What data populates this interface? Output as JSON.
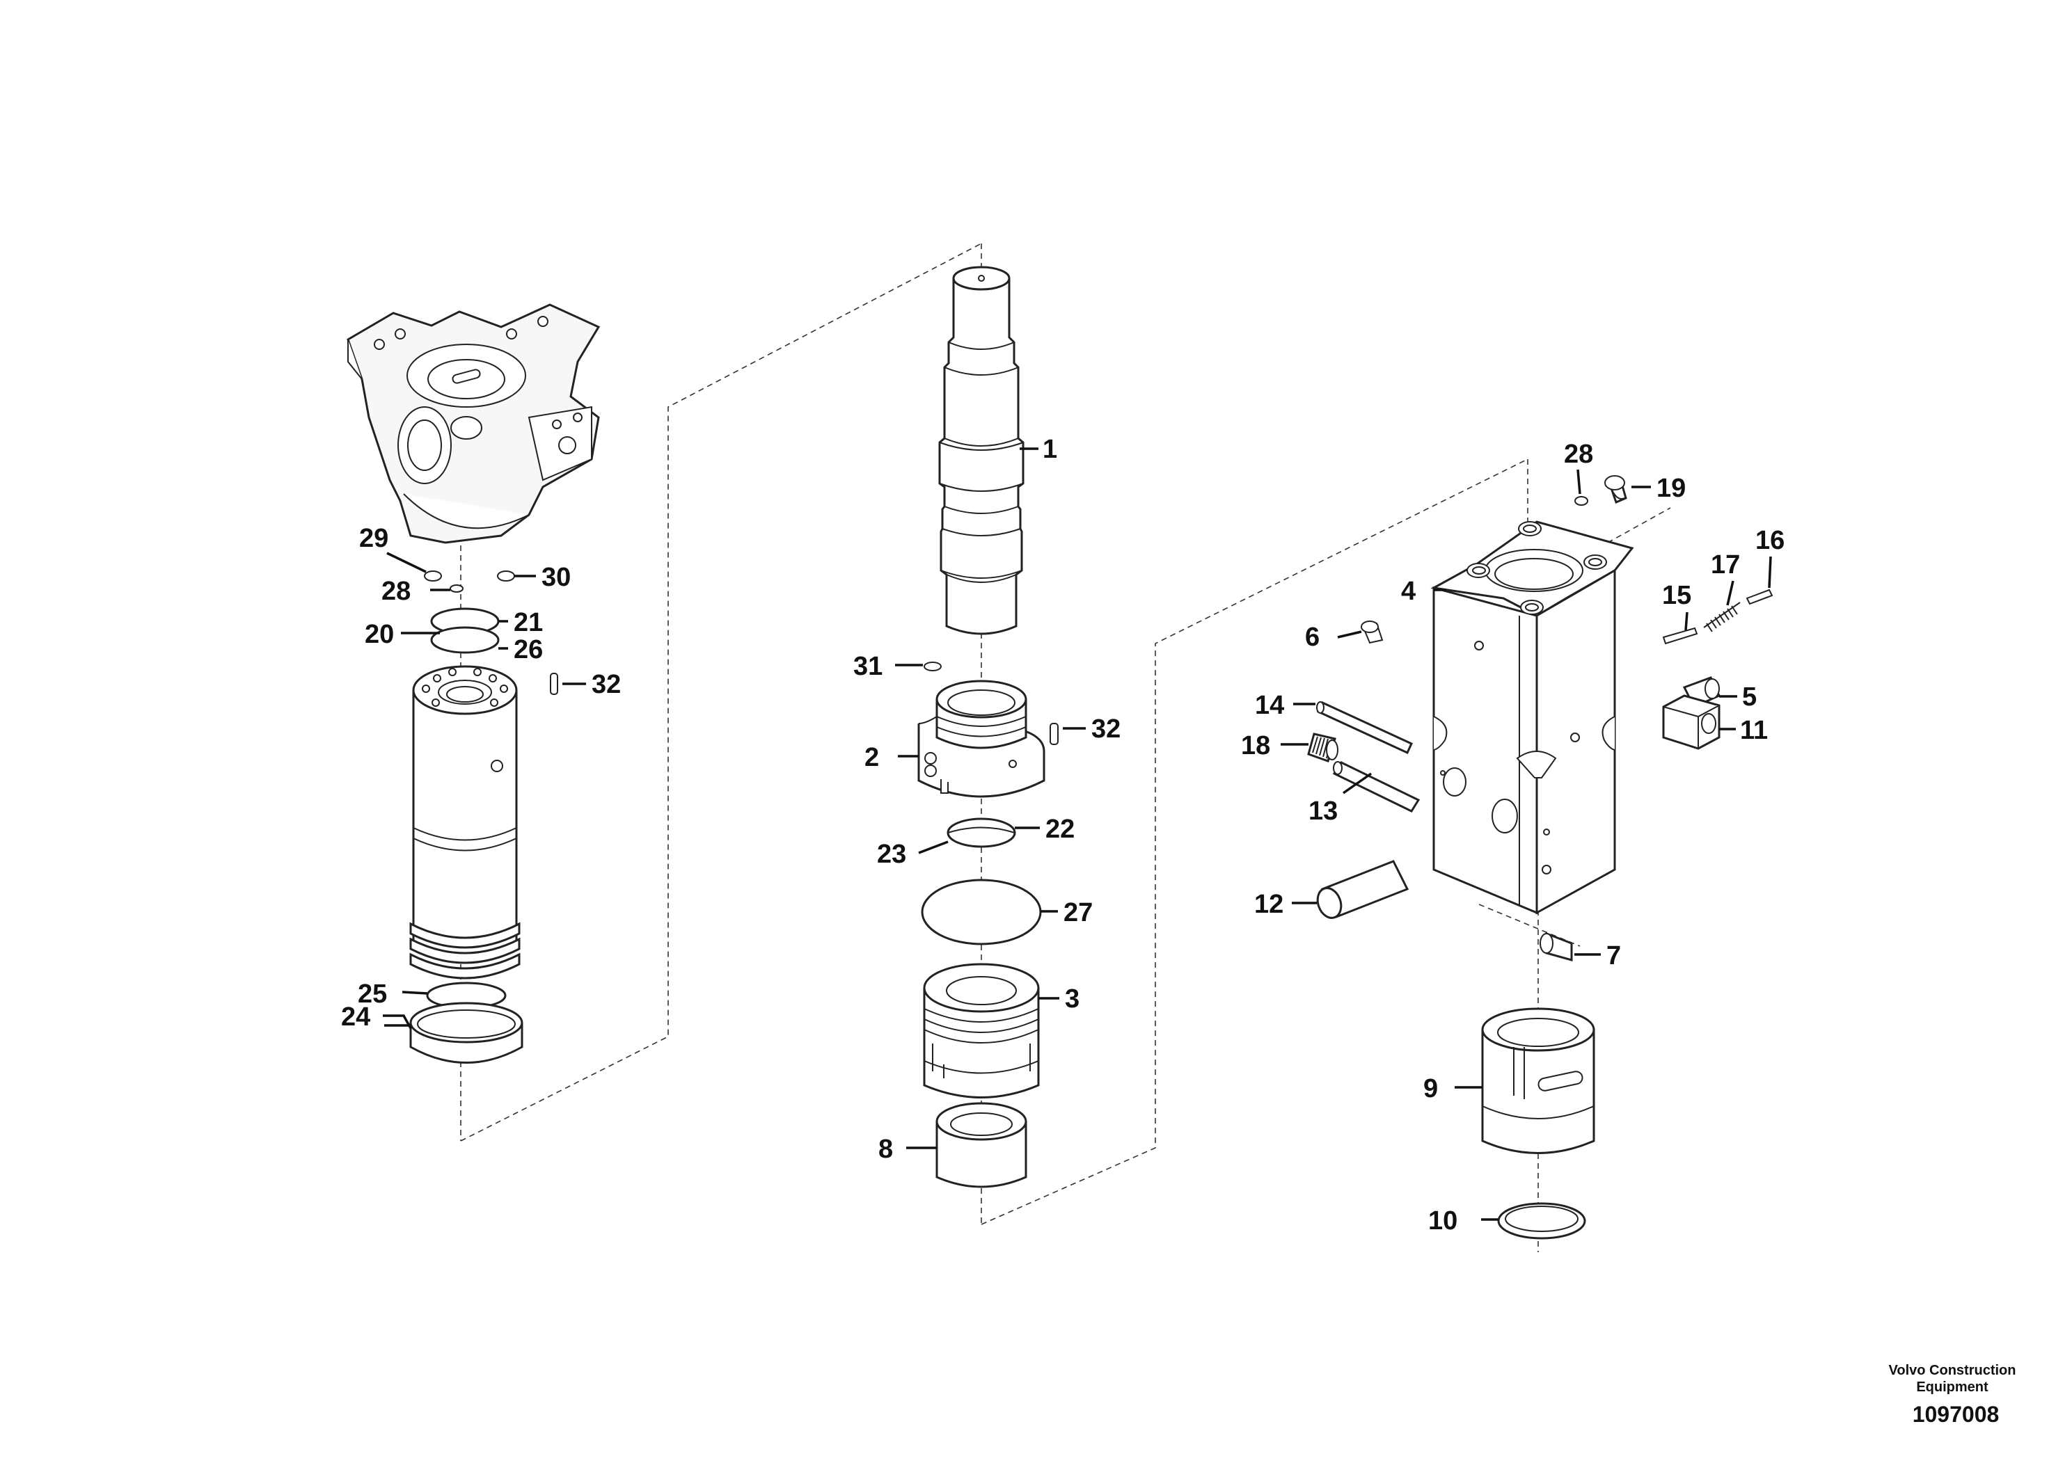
{
  "labels": {
    "l1": "1",
    "l2": "2",
    "l3": "3",
    "l4": "4",
    "l5": "5",
    "l6": "6",
    "l7": "7",
    "l8": "8",
    "l9": "9",
    "l10": "10",
    "l11": "11",
    "l12": "12",
    "l13": "13",
    "l14": "14",
    "l15": "15",
    "l16": "16",
    "l17": "17",
    "l18": "18",
    "l19": "19",
    "l20": "20",
    "l21": "21",
    "l22": "22",
    "l23": "23",
    "l24": "24",
    "l25": "25",
    "l26": "26",
    "l27": "27",
    "l28a": "28",
    "l28b": "28",
    "l29": "29",
    "l30": "30",
    "l31": "31",
    "l32a": "32",
    "l32b": "32"
  },
  "brand": {
    "line1": "Volvo Construction",
    "line2": "Equipment",
    "doc_number": "1097008"
  }
}
